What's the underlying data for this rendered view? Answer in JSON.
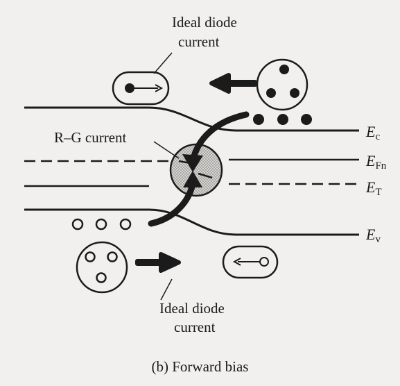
{
  "labels": {
    "ideal_top_line1": "Ideal diode",
    "ideal_top_line2": "current",
    "rg_current": "R–G current",
    "ideal_bottom_line1": "Ideal diode",
    "ideal_bottom_line2": "current",
    "caption": "(b) Forward bias"
  },
  "levels": {
    "ec": {
      "base": "E",
      "sub": "c"
    },
    "efn": {
      "base": "E",
      "sub": "Fn"
    },
    "et": {
      "base": "E",
      "sub": "T"
    },
    "ev": {
      "base": "E",
      "sub": "v"
    }
  },
  "colors": {
    "ink": "#1b1b1b",
    "background": "#f1f0ee",
    "rg_region": "#c9c7c4"
  }
}
